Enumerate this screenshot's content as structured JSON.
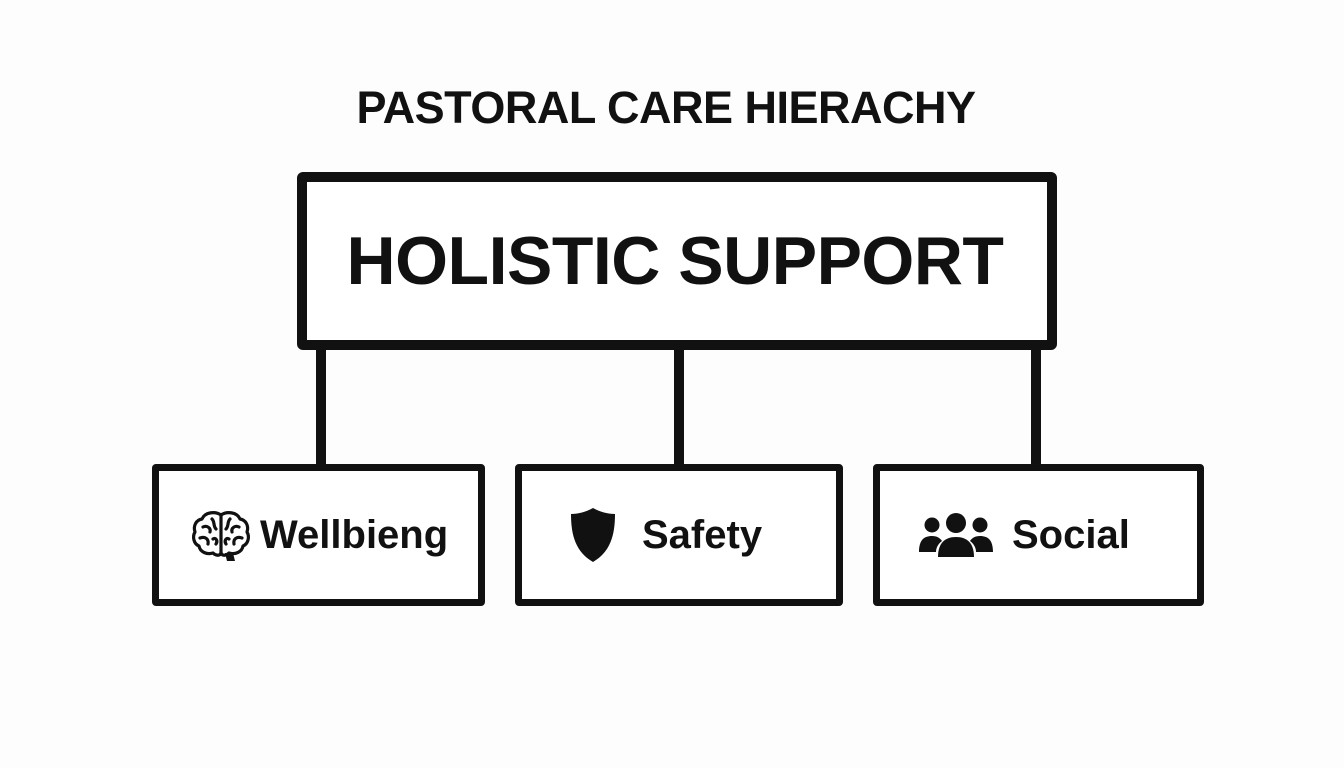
{
  "diagram": {
    "title": "PASTORAL CARE HIERACHY",
    "root": {
      "label": "HOLISTIC SUPPORT"
    },
    "children": [
      {
        "label": "Wellbieng",
        "icon": "brain-icon"
      },
      {
        "label": "Safety",
        "icon": "shield-icon"
      },
      {
        "label": "Social",
        "icon": "people-group-icon"
      }
    ],
    "colors": {
      "stroke": "#111111",
      "background": "#fdfdfd",
      "box_fill": "#ffffff"
    }
  }
}
